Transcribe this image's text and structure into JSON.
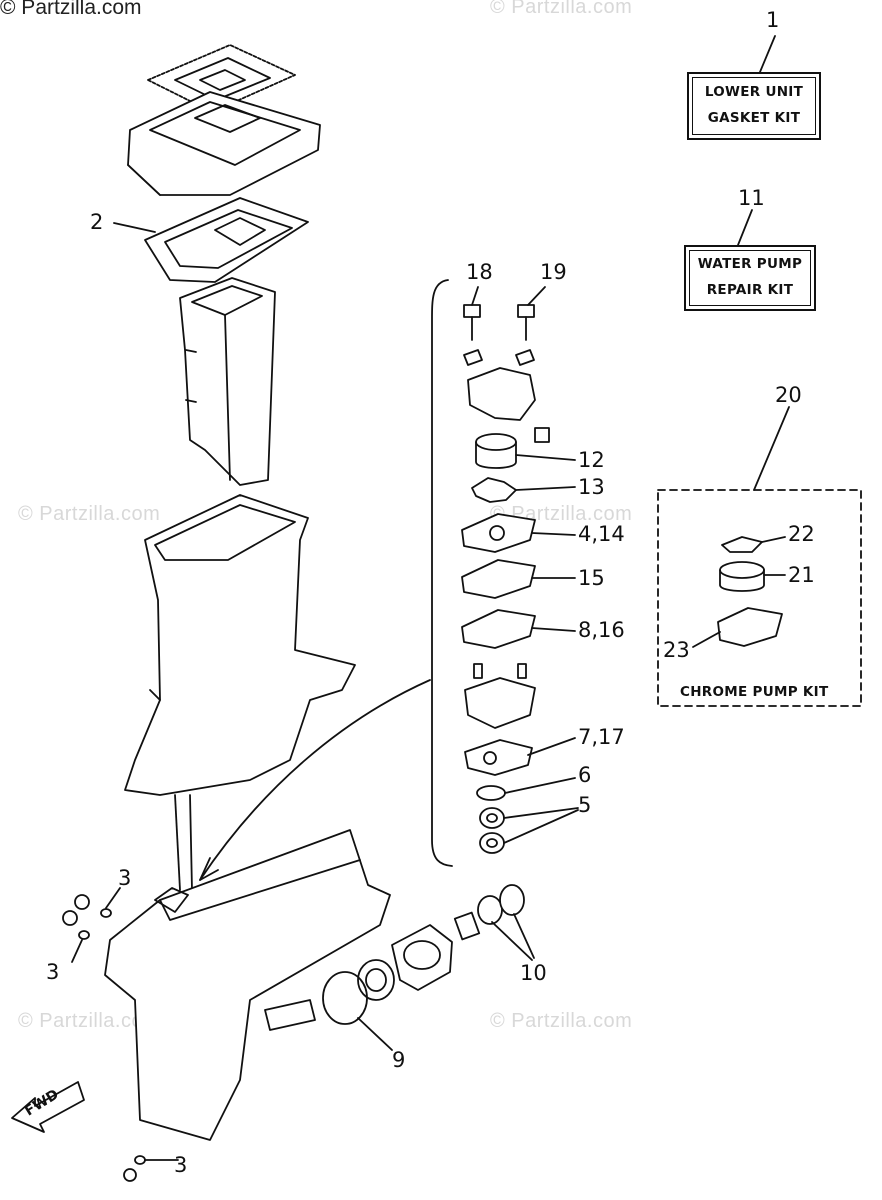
{
  "copyright": "© Partzilla.com",
  "watermark": "© Partzilla.com",
  "kits": {
    "lower_unit": {
      "number": "1",
      "line1": "LOWER UNIT",
      "line2": "GASKET KIT"
    },
    "water_pump": {
      "number": "11",
      "line1": "WATER PUMP",
      "line2": "REPAIR KIT"
    },
    "chrome_pump": {
      "number": "20",
      "label": "CHROME PUMP KIT"
    }
  },
  "fwd_label": "FWD",
  "callouts": {
    "c2": "2",
    "c3a": "3",
    "c3b": "3",
    "c3c": "3",
    "c4_14": "4,14",
    "c5": "5",
    "c6": "6",
    "c7_17": "7,17",
    "c8_16": "8,16",
    "c9": "9",
    "c10": "10",
    "c12": "12",
    "c13": "13",
    "c15": "15",
    "c18": "18",
    "c19": "19",
    "c21": "21",
    "c22": "22",
    "c23": "23"
  }
}
